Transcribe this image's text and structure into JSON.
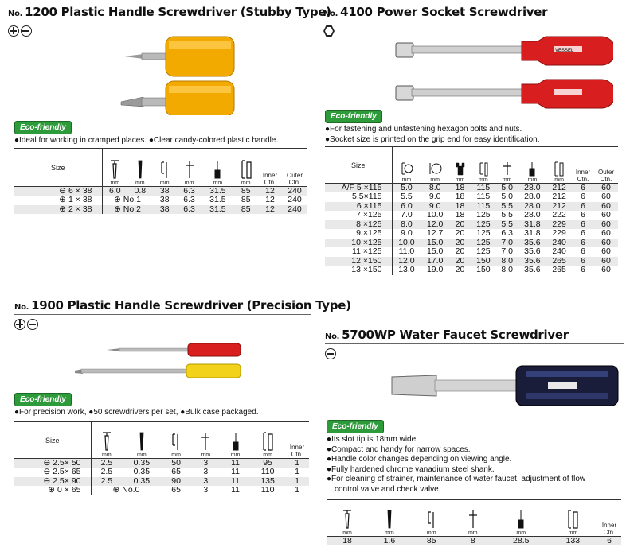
{
  "s1200": {
    "no": "No.",
    "title": "1200 Plastic Handle Screwdriver (Stubby Type)",
    "eco": "Eco-friendly",
    "desc": [
      "●Ideal for working in cramped places. ●Clear candy-colored plastic handle."
    ],
    "headers": [
      "Size",
      "mm",
      "mm",
      "mm",
      "mm",
      "mm",
      "mm",
      "Inner Ctn.",
      "Outer Ctn."
    ],
    "rows": [
      [
        "⊖ 6 × 38",
        "6.0",
        "0.8",
        "38",
        "6.3",
        "31.5",
        "85",
        "12",
        "240"
      ],
      [
        "⊕ 1 × 38",
        "⊕ No.1",
        "",
        "38",
        "6.3",
        "31.5",
        "85",
        "12",
        "240"
      ],
      [
        "⊕ 2 × 38",
        "⊕ No.2",
        "",
        "38",
        "6.3",
        "31.5",
        "85",
        "12",
        "240"
      ]
    ]
  },
  "s4100": {
    "no": "No.",
    "title": "4100 Power Socket Screwdriver",
    "eco": "Eco-friendly",
    "desc": [
      "●For fastening and unfastening hexagon bolts and nuts.",
      "●Socket size is printed on the grip end for easy identification."
    ],
    "headers": [
      "Size",
      "mm",
      "mm",
      "mm",
      "mm",
      "mm",
      "mm",
      "mm",
      "Inner Ctn.",
      "Outer Ctn."
    ],
    "rows": [
      [
        "A/F 5 ×115",
        "5.0",
        "8.0",
        "18",
        "115",
        "5.0",
        "28.0",
        "212",
        "6",
        "60"
      ],
      [
        "5.5×115",
        "5.5",
        "9.0",
        "18",
        "115",
        "5.0",
        "28.0",
        "212",
        "6",
        "60"
      ],
      [
        "6 ×115",
        "6.0",
        "9.0",
        "18",
        "115",
        "5.5",
        "28.0",
        "212",
        "6",
        "60"
      ],
      [
        "7 ×125",
        "7.0",
        "10.0",
        "18",
        "125",
        "5.5",
        "28.0",
        "222",
        "6",
        "60"
      ],
      [
        "8 ×125",
        "8.0",
        "12.0",
        "20",
        "125",
        "5.5",
        "31.8",
        "229",
        "6",
        "60"
      ],
      [
        "9 ×125",
        "9.0",
        "12.7",
        "20",
        "125",
        "6.3",
        "31.8",
        "229",
        "6",
        "60"
      ],
      [
        "10 ×125",
        "10.0",
        "15.0",
        "20",
        "125",
        "7.0",
        "35.6",
        "240",
        "6",
        "60"
      ],
      [
        "11 ×125",
        "11.0",
        "15.0",
        "20",
        "125",
        "7.0",
        "35.6",
        "240",
        "6",
        "60"
      ],
      [
        "12 ×150",
        "12.0",
        "17.0",
        "20",
        "150",
        "8.0",
        "35.6",
        "265",
        "6",
        "60"
      ],
      [
        "13 ×150",
        "13.0",
        "19.0",
        "20",
        "150",
        "8.0",
        "35.6",
        "265",
        "6",
        "60"
      ]
    ]
  },
  "s1900": {
    "no": "No.",
    "title": "1900 Plastic Handle Screwdriver (Precision Type)",
    "eco": "Eco-friendly",
    "desc": [
      "●For precision work, ●50 screwdrivers per set, ●Bulk case packaged."
    ],
    "headers": [
      "Size",
      "mm",
      "mm",
      "mm",
      "mm",
      "mm",
      "mm",
      "Inner Ctn."
    ],
    "rows": [
      [
        "⊖ 2.5× 50",
        "2.5",
        "0.35",
        "50",
        "3",
        "11",
        "95",
        "1"
      ],
      [
        "⊖ 2.5× 65",
        "2.5",
        "0.35",
        "65",
        "3",
        "11",
        "110",
        "1"
      ],
      [
        "⊖ 2.5× 90",
        "2.5",
        "0.35",
        "90",
        "3",
        "11",
        "135",
        "1"
      ],
      [
        "⊕ 0 × 65",
        "⊕ No.0",
        "",
        "65",
        "3",
        "11",
        "110",
        "1"
      ]
    ]
  },
  "s5700": {
    "no": "No.",
    "title": "5700WP Water Faucet Screwdriver",
    "eco": "Eco-friendly",
    "desc": [
      "●Its slot tip is 18mm wide.",
      "●Compact and handy for narrow spaces.",
      "●Handle color changes depending on viewing angle.",
      "●Fully hardened chrome vanadium steel shank.",
      "●For cleaning of strainer, maintenance of water faucet, adjustment of flow",
      "  control valve and check valve."
    ],
    "headers": [
      "mm",
      "mm",
      "mm",
      "mm",
      "mm",
      "mm",
      "Inner Ctn."
    ],
    "row": [
      "18",
      "1.6",
      "85",
      "8",
      "28.5",
      "133",
      "6"
    ]
  },
  "brand_text": "VESSEL",
  "colors": {
    "eco_green": "#2e9b3a",
    "amber_handle": "#f2a900",
    "red_handle": "#d81e1e",
    "yellow_handle": "#f2d21a"
  }
}
